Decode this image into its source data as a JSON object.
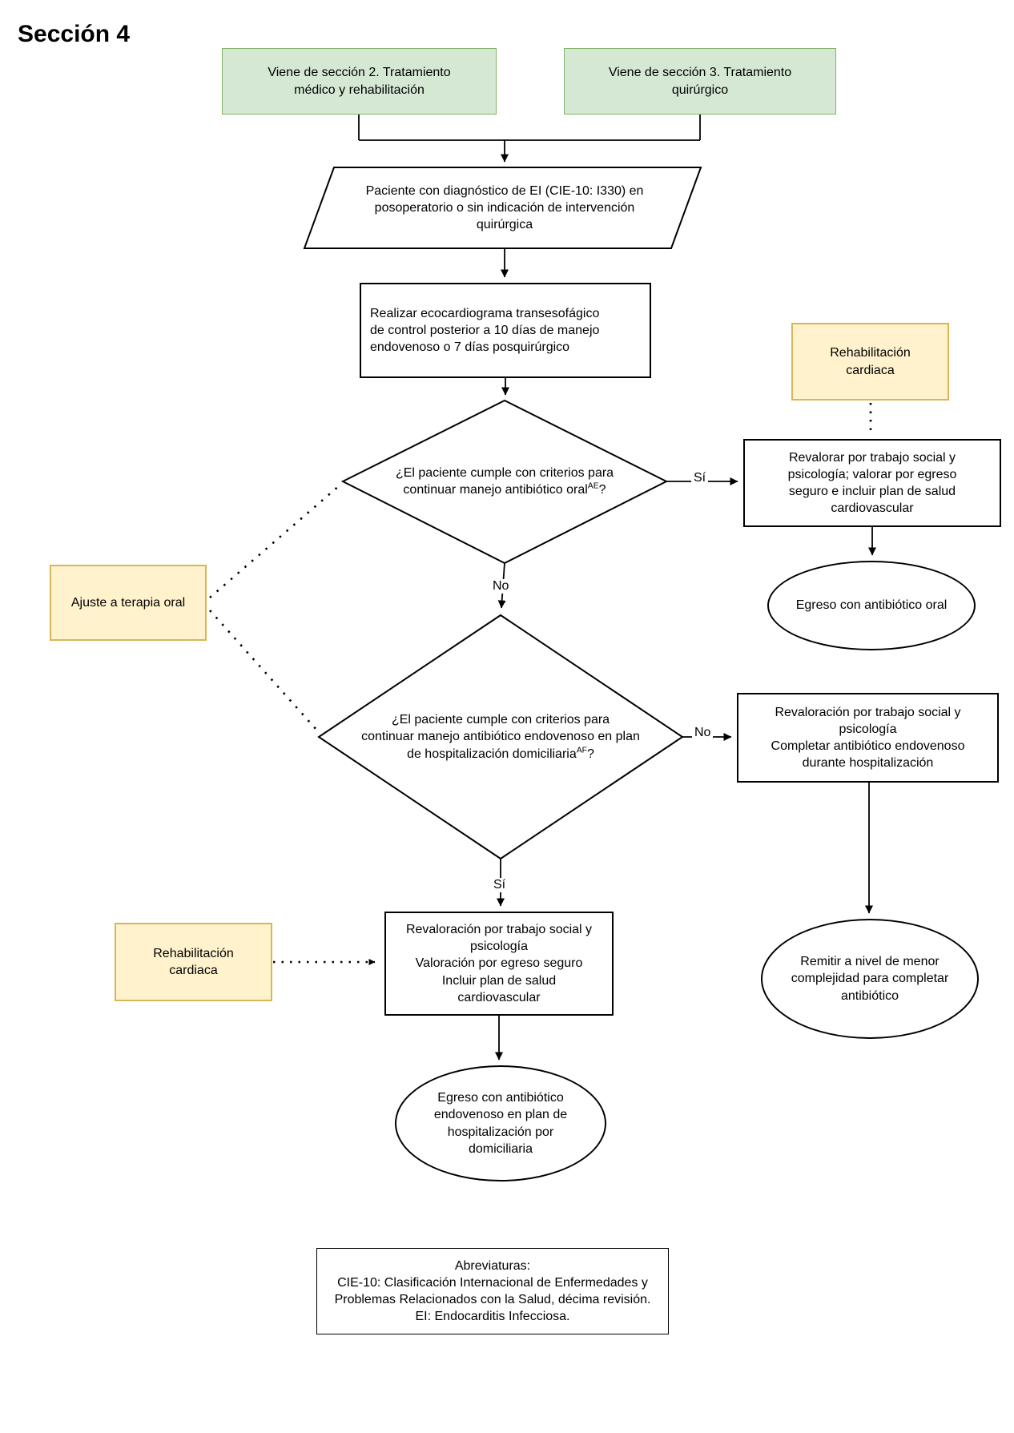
{
  "title": "Sección 4",
  "edge_labels": {
    "si": "Sí",
    "no": "No"
  },
  "colors": {
    "green_fill": "#d5e8d4",
    "green_border": "#82b366",
    "yellow_fill": "#fff2cc",
    "yellow_border": "#d6b656",
    "shape_border": "#000000",
    "background": "#ffffff"
  },
  "nodes": {
    "from_section2": {
      "lines": [
        "Viene de sección 2. Tratamiento",
        "médico y rehabilitación"
      ]
    },
    "from_section3": {
      "lines": [
        "Viene de  sección 3. Tratamiento",
        "quirúrgico"
      ]
    },
    "patient": {
      "lines": [
        "Paciente con diagnóstico de EI (CIE-10: I330) en",
        "posoperatorio o sin indicación de intervención",
        "quirúrgica"
      ]
    },
    "echo": {
      "lines": [
        "Realizar ecocardiograma transesofágico",
        "de control posterior a 10 días de manejo",
        "endovenoso o 7 días posquirúrgico"
      ]
    },
    "q_oral": {
      "line1": "¿El paciente cumple con criterios para",
      "line2": "continuar manejo antibiótico oral",
      "sup": "AE",
      "suffix": "?"
    },
    "rehab_cardiaca": {
      "lines": [
        "Rehabilitación",
        "cardiaca"
      ]
    },
    "revalorar": {
      "lines": [
        "Revalorar por trabajo social y",
        "psicología; valorar por egreso",
        "seguro e incluir plan de salud",
        "cardiovascular"
      ]
    },
    "egreso_oral": {
      "lines": [
        "Egreso con antibiótico oral"
      ]
    },
    "ajuste_oral": {
      "lines": [
        "Ajuste a terapia oral"
      ]
    },
    "q_endovenoso": {
      "line1": "¿El paciente cumple con criterios para",
      "line2": "continuar manejo antibiótico endovenoso en plan",
      "line3": "de hospitalización domiciliaria",
      "sup": "AF",
      "suffix": "?"
    },
    "revaloracion_no": {
      "lines": [
        "Revaloración por trabajo social y",
        "psicología",
        "Completar antibiótico endovenoso",
        "durante hospitalización"
      ]
    },
    "remitir": {
      "lines": [
        "Remitir a nivel de menor",
        "complejidad para completar",
        "antibiótico"
      ]
    },
    "revaloracion_si": {
      "lines": [
        "Revaloración por trabajo social y",
        "psicología",
        "Valoración por egreso seguro",
        "Incluir plan de salud",
        "cardiovascular"
      ]
    },
    "egreso_endovenoso": {
      "lines": [
        "Egreso con antibiótico",
        "endovenoso en plan de",
        "hospitalización por",
        "domiciliaria"
      ]
    },
    "abreviaturas": {
      "lines": [
        "Abreviaturas:",
        "CIE-10: Clasificación Internacional de Enfermedades y",
        "Problemas Relacionados con la Salud, décima revisión.",
        "EI: Endocarditis Infecciosa."
      ]
    }
  }
}
